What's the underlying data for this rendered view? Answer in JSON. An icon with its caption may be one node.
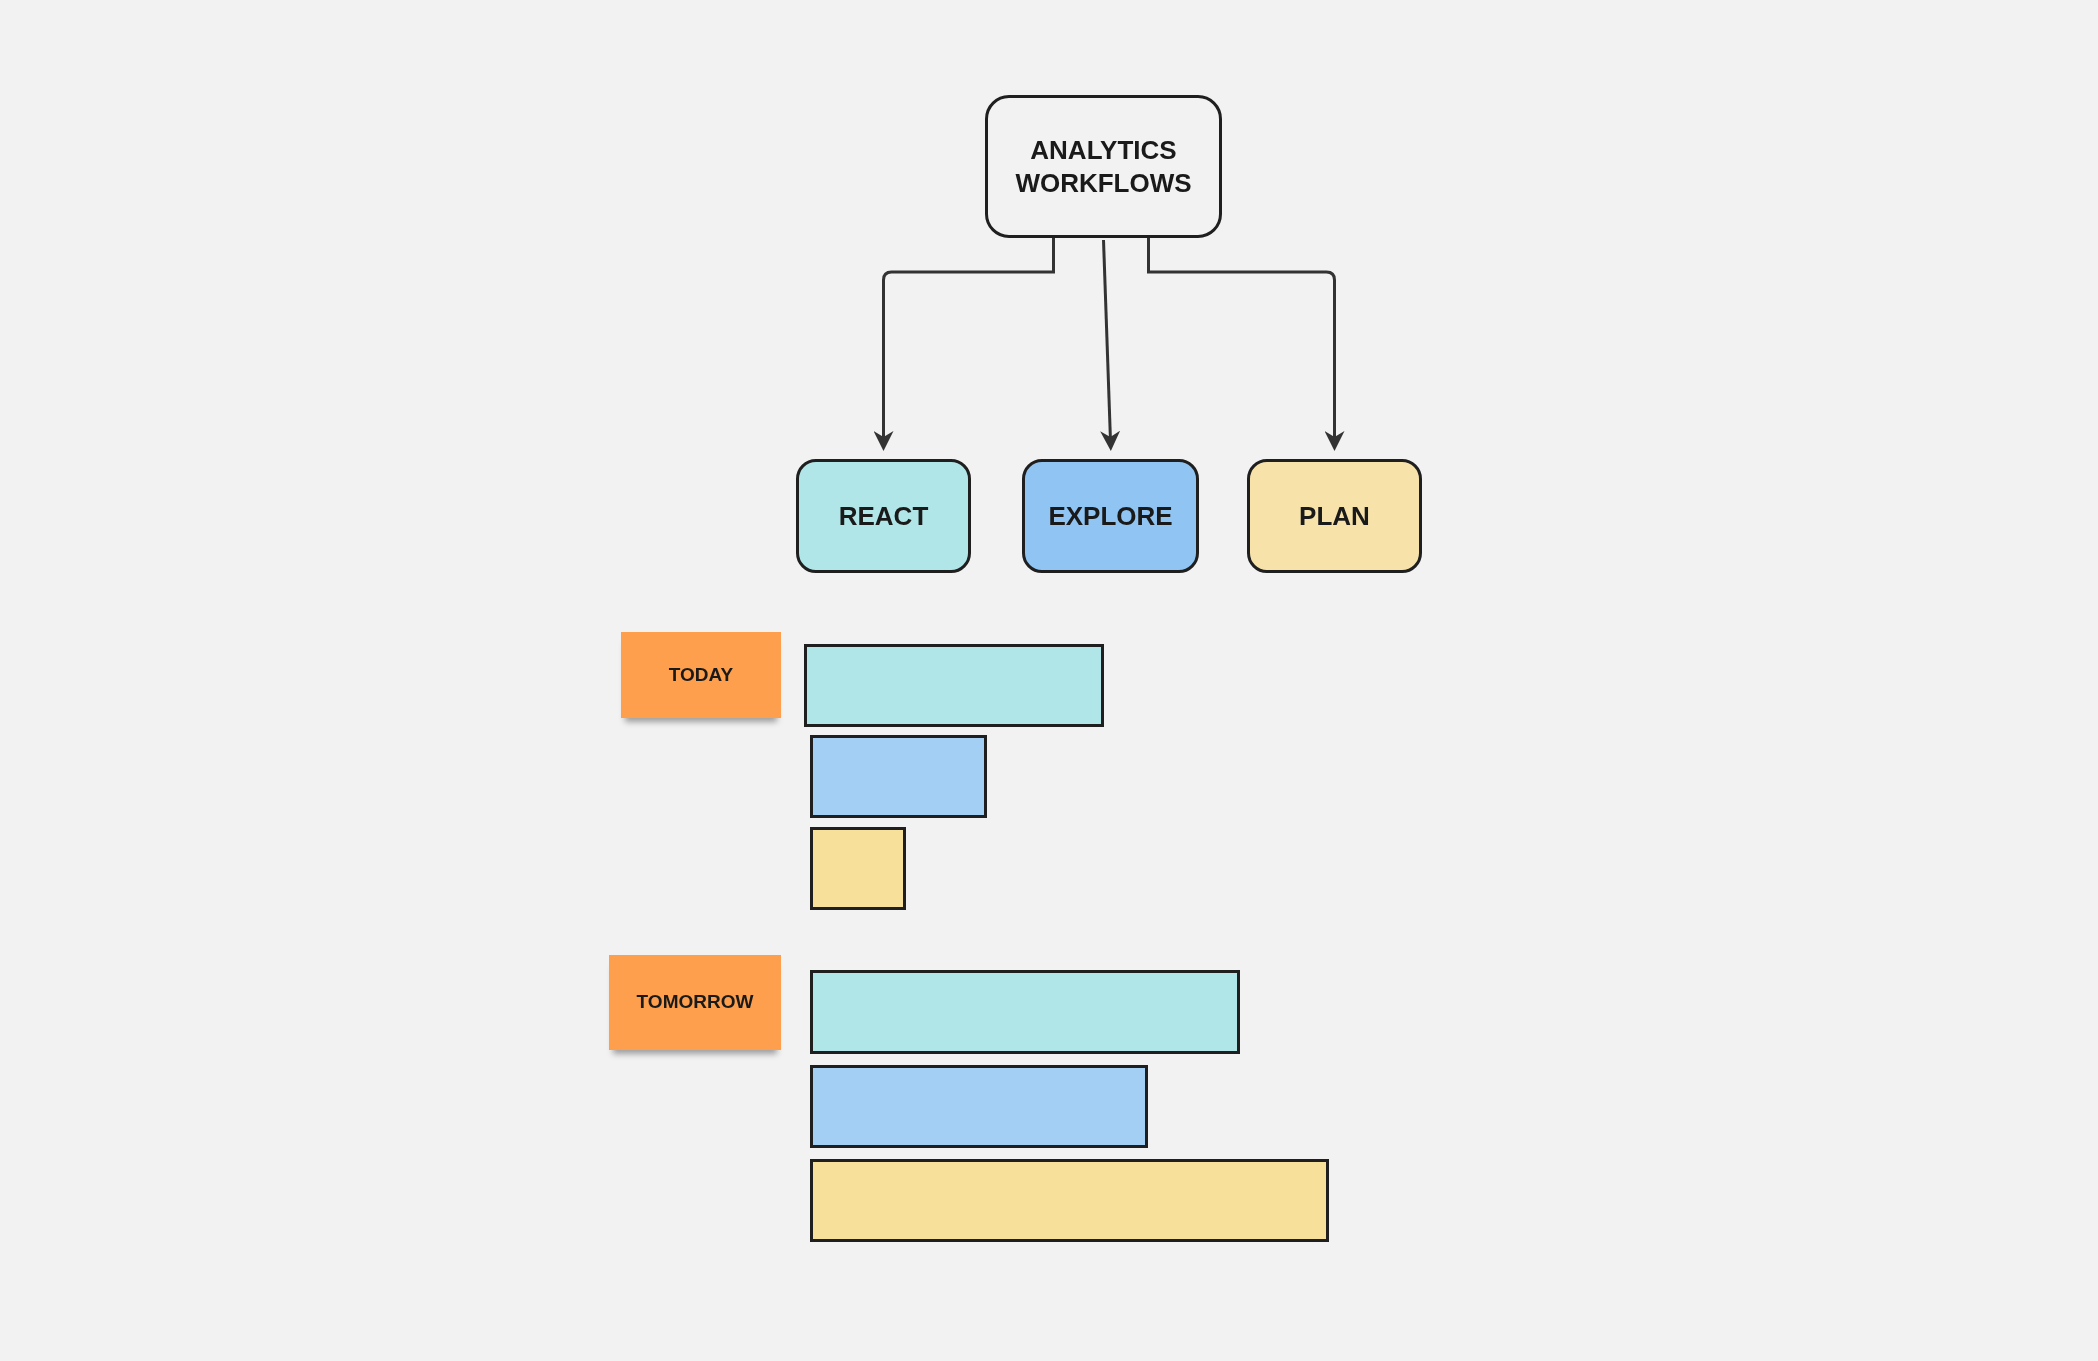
{
  "diagram": {
    "nodes": [
      {
        "text": [
          "ANALYTICS WORKFLOWS"
        ]
      },
      {
        "text": [
          "REACT"
        ]
      },
      {
        "text": [
          "EXPLORE"
        ]
      },
      {
        "text": [
          "PLAN"
        ]
      },
      {
        "text": [
          "TODAY"
        ]
      },
      {
        "text": [],
        "shape": "bar"
      },
      {
        "text": [],
        "shape": "bar"
      },
      {
        "text": [],
        "shape": "bar"
      },
      {
        "text": [
          "TOMORROW"
        ]
      },
      {
        "text": [],
        "shape": "bar"
      },
      {
        "text": [],
        "shape": "bar"
      },
      {
        "text": [],
        "shape": "bar"
      }
    ],
    "edges": [
      {
        "from": 0,
        "to": 1,
        "arrow": "to"
      },
      {
        "from": 0,
        "to": 2,
        "arrow": "to"
      },
      {
        "from": 0,
        "to": 3,
        "arrow": "to"
      }
    ]
  }
}
